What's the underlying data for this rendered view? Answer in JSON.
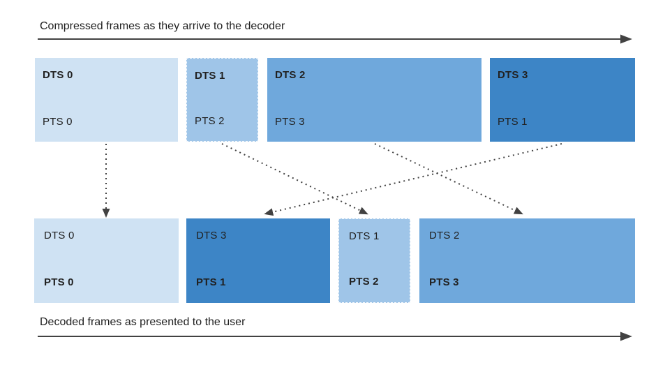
{
  "top_row": {
    "title": "Compressed frames as they arrive to the decoder",
    "frames": [
      {
        "dts": "DTS 0",
        "pts": "PTS 0",
        "color": "#cfe2f3"
      },
      {
        "dts": "DTS 1",
        "pts": "PTS 2",
        "color": "#9fc5e8"
      },
      {
        "dts": "DTS 2",
        "pts": "PTS 3",
        "color": "#6fa8dc"
      },
      {
        "dts": "DTS 3",
        "pts": "PTS 1",
        "color": "#3d85c6"
      }
    ]
  },
  "bottom_row": {
    "title": "Decoded frames as presented to the user",
    "frames": [
      {
        "dts": "DTS 0",
        "pts": "PTS 0",
        "color": "#cfe2f3"
      },
      {
        "dts": "DTS 3",
        "pts": "PTS 1",
        "color": "#3d85c6"
      },
      {
        "dts": "DTS 1",
        "pts": "PTS 2",
        "color": "#9fc5e8"
      },
      {
        "dts": "DTS 2",
        "pts": "PTS 3",
        "color": "#6fa8dc"
      }
    ]
  },
  "arrows": [
    {
      "from": "DTS 0",
      "to": "PTS 0"
    },
    {
      "from": "DTS 1",
      "to": "PTS 2"
    },
    {
      "from": "DTS 2",
      "to": "PTS 3"
    },
    {
      "from": "DTS 3",
      "to": "PTS 1"
    }
  ],
  "colors": {
    "frame_0": "#cfe2f3",
    "frame_1": "#9fc5e8",
    "frame_2": "#6fa8dc",
    "frame_3": "#3d85c6",
    "line": "#424242",
    "text": "#212121"
  }
}
